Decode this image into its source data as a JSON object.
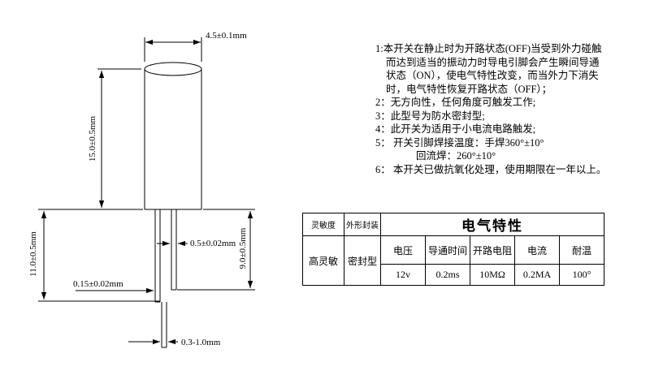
{
  "drawing": {
    "dim_top": "4.5±0.1mm",
    "dim_body_height": "15.0±0.5mm",
    "dim_lead_left": "11.0±0.5mm",
    "dim_lead_right": "9.0±0.5mm",
    "dim_pin_diameter": "0.5±0.02mm",
    "dim_gap": "0.15±0.02mm",
    "dim_bottom": "0.3-1.0mm"
  },
  "notes": [
    "1:本开关在静止时为开路状态(OFF)当受到外力碰触",
    "而达到适当的振动力时导电引脚会产生瞬间导通",
    "状态（ON），使电气特性改变，而当外力下消失",
    "时，电气特性恢复开路状态（OFF）；",
    "2：无方向性，任何角度可触发工作;",
    "3：此型号为防水密封型;",
    "4：此开关为适用于小电流电路触发;",
    "5：  开关引脚焊接温度：手焊360°±10°",
    "回流焊：260°±10°",
    "6：  本开关已做抗氧化处理，使用期限在一年以上。"
  ],
  "table": {
    "sensitivity_header": "灵敏度",
    "package_header": "外形封装",
    "electrical_header": "电气特性",
    "sensitivity_value": "高灵敏",
    "package_value": "密封型",
    "columns": [
      "电压",
      "导通时间",
      "开路电阻",
      "电流",
      "耐温"
    ],
    "values": [
      "12v",
      "0.2ms",
      "10MΩ",
      "0.2MA",
      "100°"
    ]
  }
}
